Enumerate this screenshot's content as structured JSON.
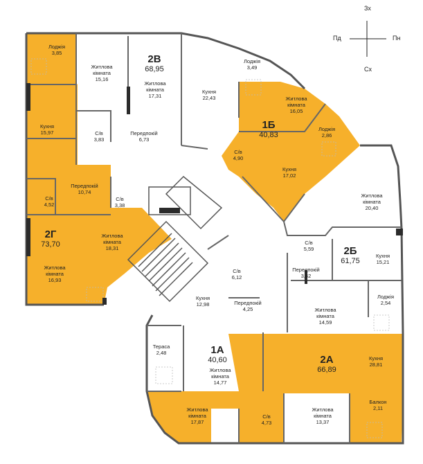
{
  "colors": {
    "accent": "#F6B02B",
    "wall": "#555555",
    "wall_dark": "#2b2b2b",
    "room_line": "#9a9a9a",
    "background": "#ffffff"
  },
  "compass": {
    "north": "Зх",
    "south": "Сх",
    "west": "Пд",
    "east": "Пн"
  },
  "apartments": [
    {
      "code": "2В",
      "area": "68,95"
    },
    {
      "code": "1Б",
      "area": "40,83"
    },
    {
      "code": "2Г",
      "area": "73,70"
    },
    {
      "code": "2Б",
      "area": "61,75"
    },
    {
      "code": "1А",
      "area": "40,60"
    },
    {
      "code": "2А",
      "area": "66,89"
    }
  ],
  "rooms": [
    {
      "name": "Лоджія",
      "area": "3,85"
    },
    {
      "name": "Житлова кімната",
      "area": "15,16"
    },
    {
      "name": "Житлова кімната",
      "area": "17,31"
    },
    {
      "name": "Лоджія",
      "area": "3,49"
    },
    {
      "name": "Кухня",
      "area": "22,43"
    },
    {
      "name": "Житлова кімната",
      "area": "16,05"
    },
    {
      "name": "Кухня",
      "area": "15,97"
    },
    {
      "name": "С/в",
      "area": "3,83"
    },
    {
      "name": "Передпокій",
      "area": "6,73"
    },
    {
      "name": "Лоджія",
      "area": "2,86"
    },
    {
      "name": "С/в",
      "area": "4,90"
    },
    {
      "name": "Кухня",
      "area": "17,02"
    },
    {
      "name": "Передпокій",
      "area": "10,74"
    },
    {
      "name": "С/в",
      "area": "4,52"
    },
    {
      "name": "С/в",
      "area": "3,38"
    },
    {
      "name": "Житлова кімната",
      "area": "20,40"
    },
    {
      "name": "Житлова кімната",
      "area": "18,31"
    },
    {
      "name": "С/в",
      "area": "5,59"
    },
    {
      "name": "Кухня",
      "area": "15,21"
    },
    {
      "name": "Житлова кімната",
      "area": "16,93"
    },
    {
      "name": "С/в",
      "area": "6,12"
    },
    {
      "name": "Передпокій",
      "area": "3,42"
    },
    {
      "name": "Кухня",
      "area": "12,98"
    },
    {
      "name": "Передпокій",
      "area": "4,25"
    },
    {
      "name": "Лоджія",
      "area": "2,54"
    },
    {
      "name": "Житлова кімната",
      "area": "14,59"
    },
    {
      "name": "Тераса",
      "area": "2,48"
    },
    {
      "name": "Кухня",
      "area": "28,81"
    },
    {
      "name": "Житлова кімната",
      "area": "14,77"
    },
    {
      "name": "Балкон",
      "area": "2,11"
    },
    {
      "name": "Житлова кімната",
      "area": "17,87"
    },
    {
      "name": "С/в",
      "area": "4,73"
    },
    {
      "name": "Житлова кімната",
      "area": "13,37"
    }
  ]
}
